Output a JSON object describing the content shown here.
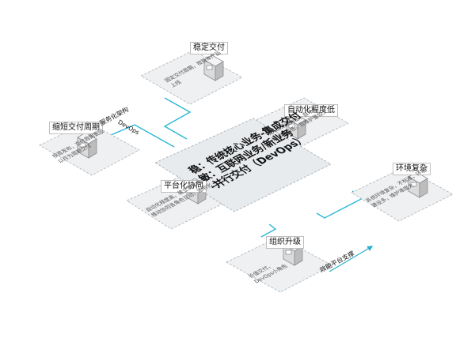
{
  "center": {
    "line1": "稳：传统核心业务-集成交付",
    "line2": "敏：互联网业务/新业务",
    "line3": "-并行交付（DevOps）"
  },
  "nodes": {
    "stable": {
      "title": "稳定交付",
      "text1": "固定交付周期，按版本产品",
      "text2": "上线"
    },
    "automation": {
      "title": "自动化程度低",
      "text1": "以人工测试为主，自动化",
      "text2": "测试覆盖低，且维护量较大"
    },
    "shorten": {
      "title": "缩短交付周期",
      "text1": "按周发布，交付周期更短",
      "text2": "以月为周期交付"
    },
    "platform": {
      "title": "平台化协同",
      "text1": "自动化程度高，建立流水线",
      "text2": "推动协同各角色互动，透明化"
    },
    "environment": {
      "title": "环境复杂",
      "text1": "系统环境复杂，不标准，环境",
      "text2": "建设多，维护难度大"
    },
    "org": {
      "title": "组织升级",
      "text1": "价值交付，",
      "text2": "DevOps小角色"
    }
  },
  "edge_labels": {
    "service_arch": "服务化架构",
    "devops": "DevOps",
    "platform_support": "效能平台支撑"
  }
}
